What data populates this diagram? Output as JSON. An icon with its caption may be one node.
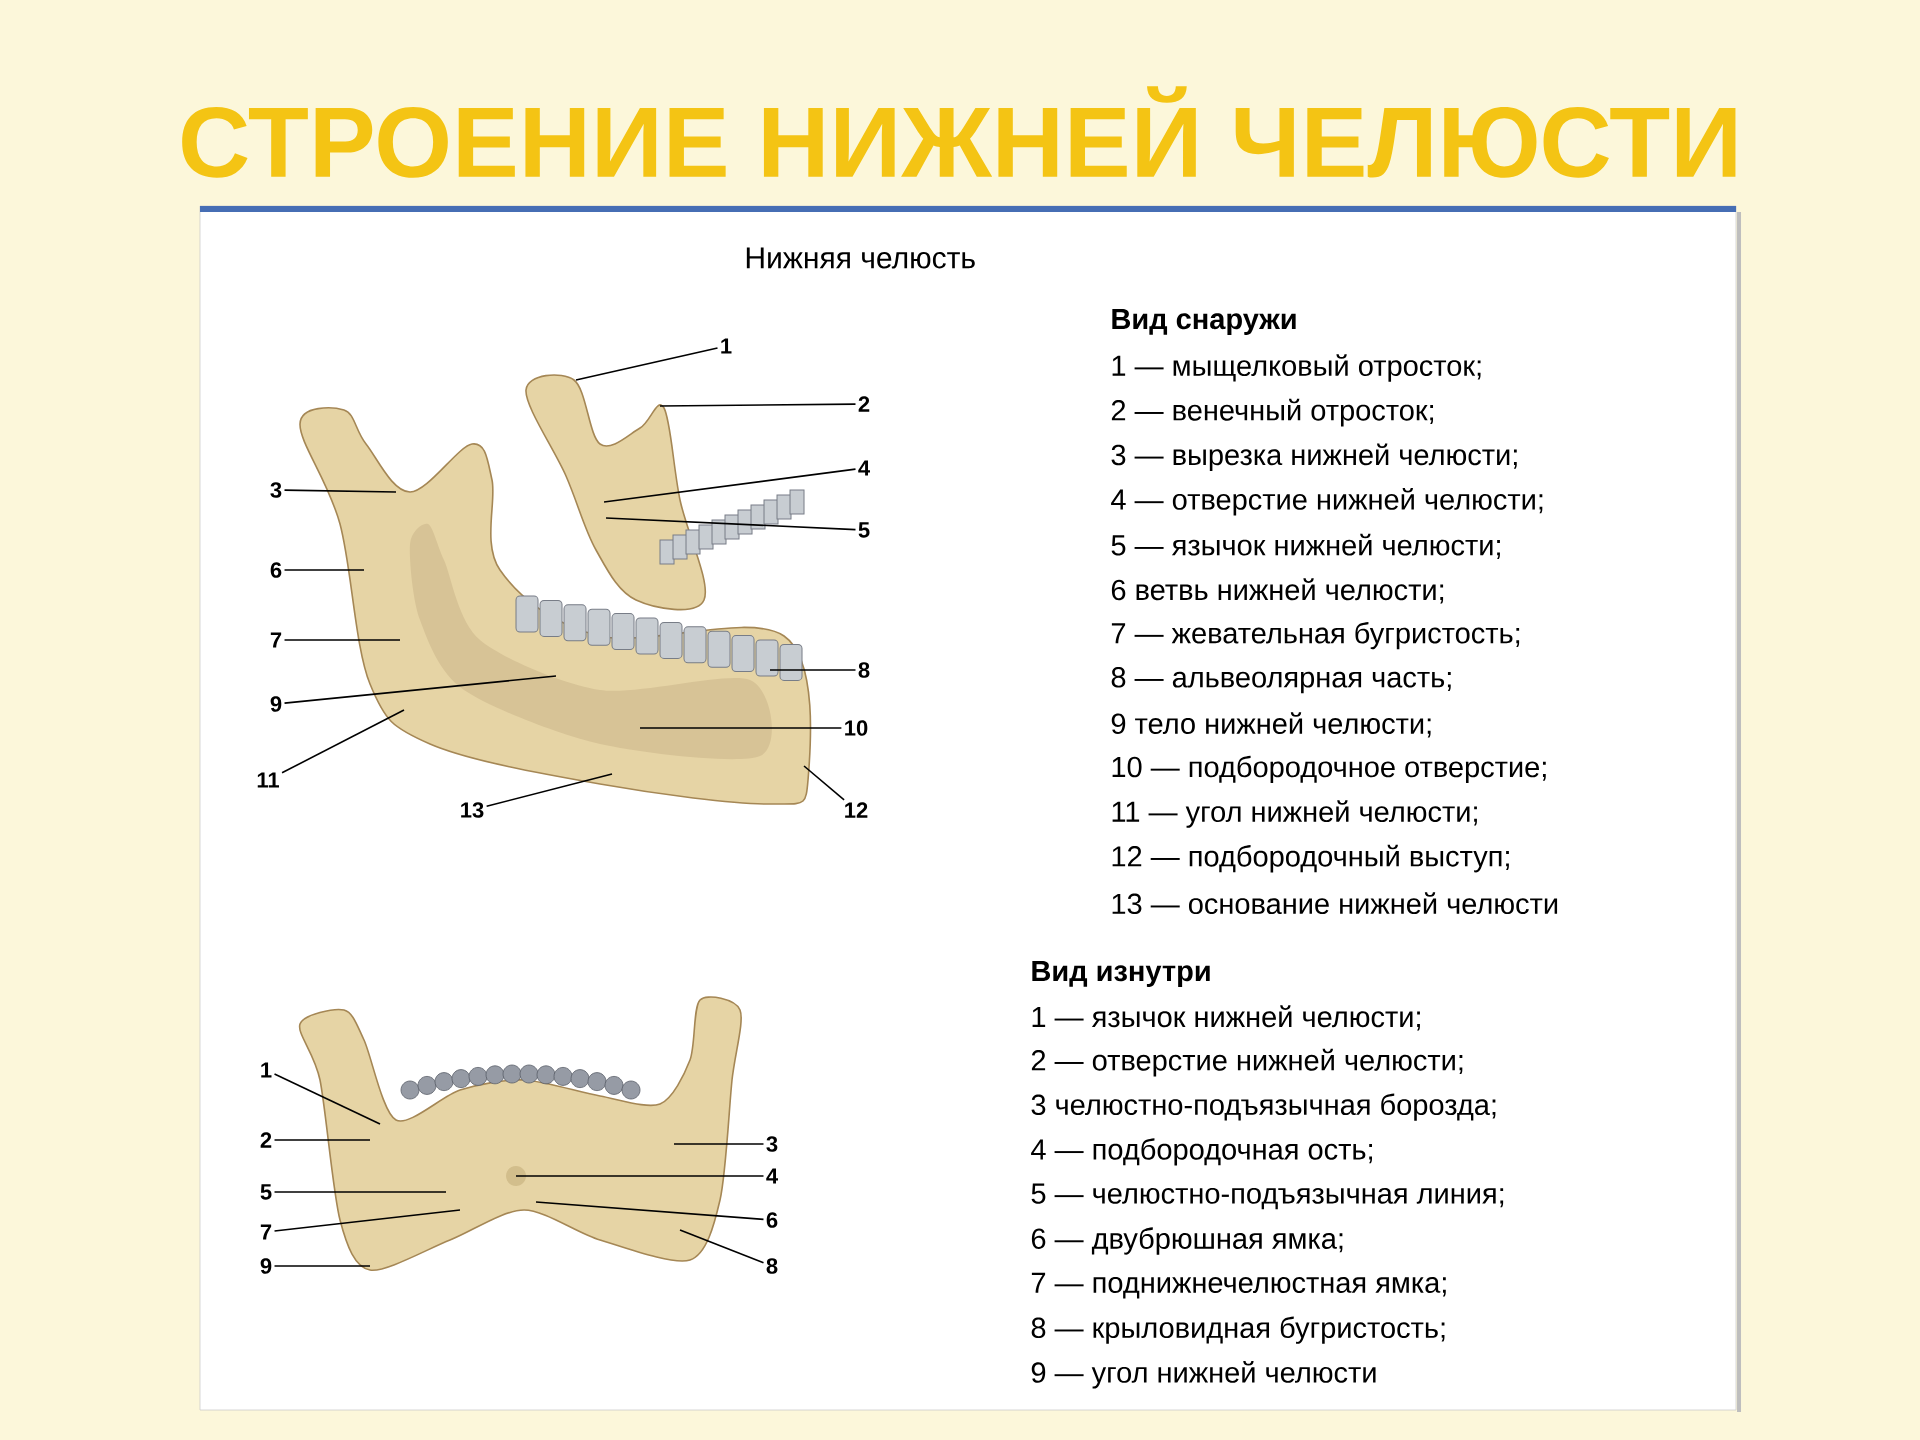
{
  "diagram": {
    "title": "СТРОЕНИЕ НИЖНЕЙ ЧЕЛЮСТИ",
    "nodes": [
      {
        "text": [],
        "shape": "picture"
      },
      {
        "text": [
          "1"
        ]
      },
      {
        "text": [
          "2"
        ]
      },
      {
        "text": [
          "3"
        ]
      },
      {
        "text": [
          "4"
        ]
      },
      {
        "text": [
          "5"
        ]
      },
      {
        "text": [
          "6"
        ]
      },
      {
        "text": [
          "7"
        ]
      },
      {
        "text": [
          "8"
        ]
      },
      {
        "text": [
          "9"
        ]
      },
      {
        "text": [
          "10"
        ]
      },
      {
        "text": [
          "11"
        ]
      },
      {
        "text": [
          "12"
        ]
      },
      {
        "text": [
          "13"
        ]
      },
      {
        "text": [],
        "shape": "picture"
      },
      {
        "text": [
          "1"
        ]
      },
      {
        "text": [
          "2"
        ]
      },
      {
        "text": [
          "3"
        ]
      },
      {
        "text": [
          "4"
        ]
      },
      {
        "text": [
          "5"
        ]
      },
      {
        "text": [
          "6"
        ]
      },
      {
        "text": [
          "7"
        ]
      },
      {
        "text": [
          "8"
        ]
      },
      {
        "text": [
          "9"
        ]
      }
    ],
    "edges": [
      {
        "from": 1,
        "to": 0,
        "arrow": "none"
      },
      {
        "from": 2,
        "to": 0,
        "arrow": "none"
      },
      {
        "from": 3,
        "to": 0,
        "arrow": "none"
      },
      {
        "from": 4,
        "to": 0,
        "arrow": "none"
      },
      {
        "from": 5,
        "to": 0,
        "arrow": "none"
      },
      {
        "from": 6,
        "to": 0,
        "arrow": "none"
      },
      {
        "from": 7,
        "to": 0,
        "arrow": "none"
      },
      {
        "from": 8,
        "to": 0,
        "arrow": "none"
      },
      {
        "from": 9,
        "to": 0,
        "arrow": "none"
      },
      {
        "from": 10,
        "to": 0,
        "arrow": "none"
      },
      {
        "from": 11,
        "to": 0,
        "arrow": "none"
      },
      {
        "from": 12,
        "to": 0,
        "arrow": "none"
      },
      {
        "from": 13,
        "to": 0,
        "arrow": "none"
      },
      {
        "from": 15,
        "to": 14,
        "arrow": "none"
      },
      {
        "from": 16,
        "to": 14,
        "arrow": "none"
      },
      {
        "from": 17,
        "to": 14,
        "arrow": "none"
      },
      {
        "from": 18,
        "to": 14,
        "arrow": "none"
      },
      {
        "from": 19,
        "to": 14,
        "arrow": "none"
      },
      {
        "from": 20,
        "to": 14,
        "arrow": "none"
      },
      {
        "from": 21,
        "to": 14,
        "arrow": "none"
      },
      {
        "from": 22,
        "to": 14,
        "arrow": "none"
      },
      {
        "from": 23,
        "to": 14,
        "arrow": "none"
      }
    ],
    "labels": [
      "Нижняя челюсть",
      "Вид снаружи",
      "1 — мыщелковый отросток;",
      "2 — венечный отросток;",
      "3 — вырезка нижней челюсти;",
      "4 — отверстие нижней челюсти;",
      "5 — язычок нижней челюсти;",
      "6 ветвь нижней челюсти;",
      "7 — жевательная бугристость;",
      "8 — альвеолярная часть;",
      "9 тело нижней челюсти;",
      "10 — подбородочное отверстие;",
      "11 — угол нижней челюсти;",
      "12 — подбородочный выступ;",
      "13 — основание нижней челюсти",
      "Вид изнутри",
      "1 — язычок нижней челюсти;",
      "2 — отверстие нижней челюсти;",
      "3 челюстно-подъязычная борозда;",
      "4 — подбородочная ость;",
      "5 — челюстно-подъязычная линия;",
      "6 — двубрюшная ямка;",
      "7 — поднижнечелюстная ямка;",
      "8 — крыловидная бугристость;",
      "9 — угол нижней челюсти"
    ]
  }
}
